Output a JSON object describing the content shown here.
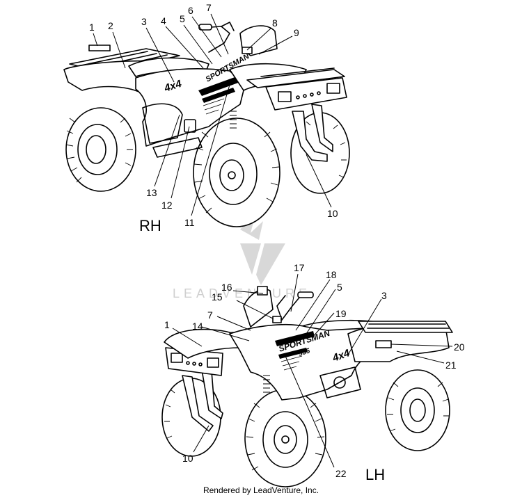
{
  "views": {
    "right": {
      "label": "RH",
      "callouts": [
        "1",
        "2",
        "3",
        "4",
        "5",
        "6",
        "7",
        "8",
        "9",
        "10",
        "11",
        "12",
        "13"
      ]
    },
    "left": {
      "label": "LH",
      "callouts": [
        "1",
        "3",
        "5",
        "7",
        "10",
        "14",
        "15",
        "16",
        "17",
        "18",
        "19",
        "20",
        "21",
        "22"
      ]
    }
  },
  "decals": {
    "model": "SPORTSMAN",
    "drive": "4x4",
    "displacement": "335"
  },
  "watermark": "LEADVENTURE",
  "credit": "Rendered by LeadVenture, Inc."
}
